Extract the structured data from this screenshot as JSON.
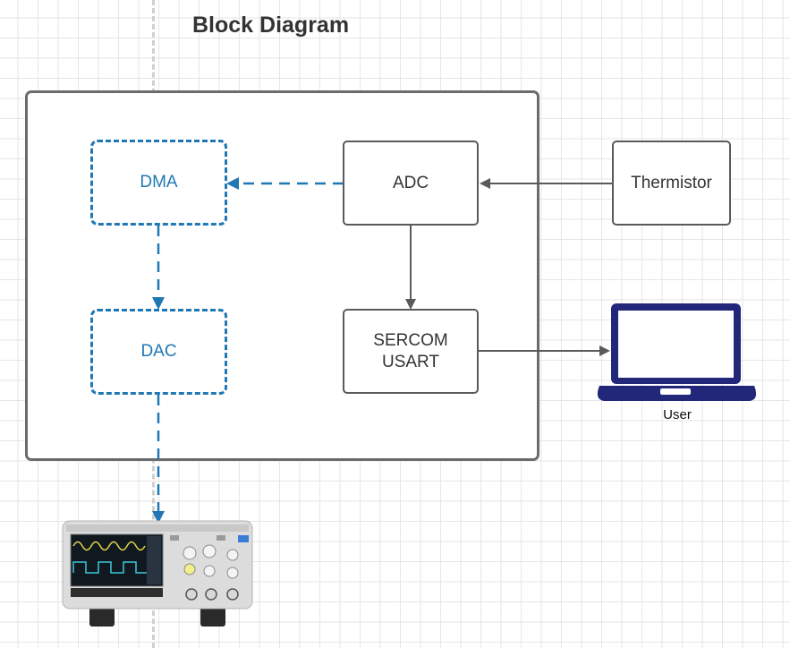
{
  "title": "Block Diagram",
  "blocks": {
    "dma": "DMA",
    "adc": "ADC",
    "thermistor": "Thermistor",
    "dac": "DAC",
    "sercom": "SERCOM\nUSART"
  },
  "user_label": "User",
  "icons": {
    "laptop": "laptop-icon",
    "oscilloscope": "oscilloscope-icon"
  },
  "colors": {
    "dashed_accent": "#1f78b4",
    "solid_stroke": "#5a5a5a",
    "laptop": "#23277a"
  }
}
